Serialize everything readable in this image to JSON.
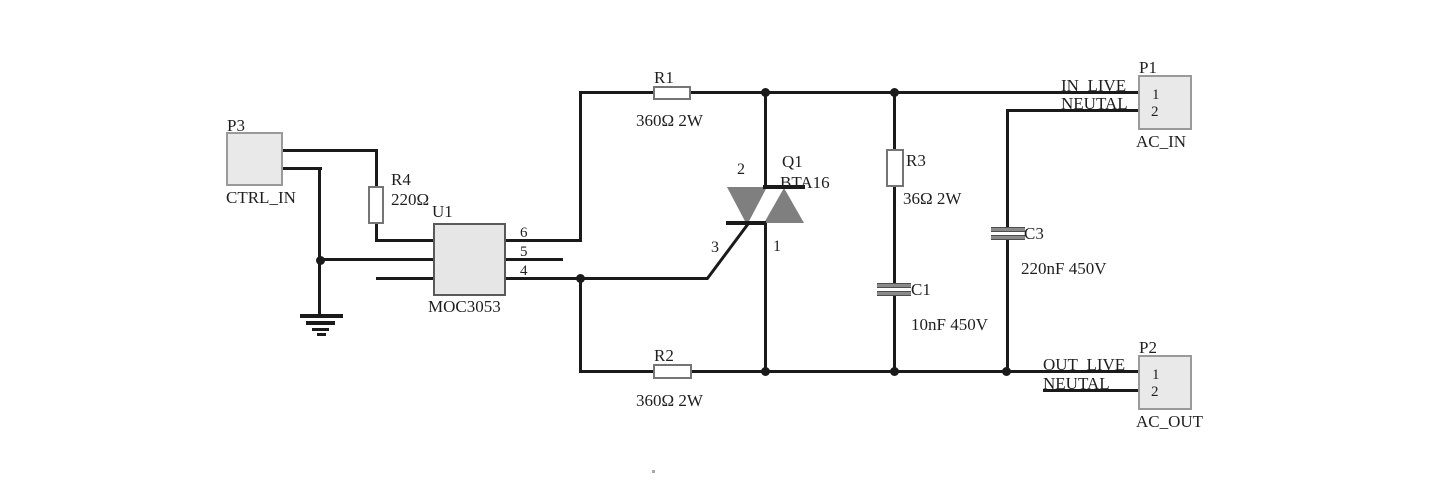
{
  "components": {
    "p3": {
      "ref": "P3",
      "name": "CTRL_IN"
    },
    "r4": {
      "ref": "R4",
      "value": "220Ω"
    },
    "u1": {
      "ref": "U1",
      "part": "MOC3053",
      "pin6": "6",
      "pin5": "5",
      "pin4": "4"
    },
    "r1": {
      "ref": "R1",
      "value": "360Ω 2W"
    },
    "r2": {
      "ref": "R2",
      "value": "360Ω 2W"
    },
    "q1": {
      "ref": "Q1",
      "part": "BTA16",
      "mt2": "2",
      "mt1": "1",
      "gate": "3"
    },
    "r3": {
      "ref": "R3",
      "value": "36Ω 2W"
    },
    "c1": {
      "ref": "C1",
      "value": "10nF 450V"
    },
    "c3": {
      "ref": "C3",
      "value": "220nF 450V"
    },
    "p1": {
      "ref": "P1",
      "name": "AC_IN",
      "pin1": "1",
      "pin2": "2",
      "net_live": "IN_LIVE",
      "net_neutral": "NEUTAL"
    },
    "p2": {
      "ref": "P2",
      "name": "AC_OUT",
      "pin1": "1",
      "pin2": "2",
      "net_live": "OUT_LIVE",
      "net_neutral": "NEUTAL"
    }
  },
  "colors": {
    "wire": "#1a1a1a",
    "connector_fill": "#e9e9e9",
    "connector_border": "#9a9a9a",
    "triac_fill": "#7f7f7f",
    "capacitor_plate": "#8a8a8a",
    "resistor_border": "#757575"
  }
}
